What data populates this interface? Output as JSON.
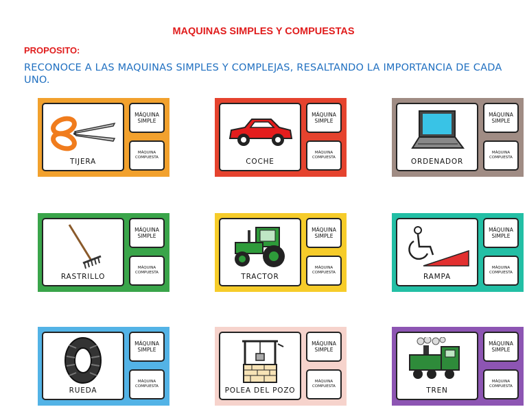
{
  "title": "MAQUINAS SIMPLES Y COMPUESTAS",
  "proposito_label": "PROPOSITO:",
  "purpose_text": "RECONOCE A LAS MAQUINAS SIMPLES Y COMPLEJAS, RESALTANDO LA IMPORTANCIA DE CADA UNO.",
  "option_simple": "MÁQUINA\nSIMPLE",
  "option_compuesta": "MÁQUINA\nCOMPUESTA",
  "cards": [
    {
      "label": "TIJERA",
      "color": "#f2a12d",
      "icon": "scissors-icon"
    },
    {
      "label": "COCHE",
      "color": "#e5432e",
      "icon": "car-icon"
    },
    {
      "label": "ORDENADOR",
      "color": "#a08c84",
      "icon": "laptop-icon"
    },
    {
      "label": "RASTRILLO",
      "color": "#3aa54a",
      "icon": "rake-icon"
    },
    {
      "label": "TRACTOR",
      "color": "#f6cc2a",
      "icon": "tractor-icon"
    },
    {
      "label": "RAMPA",
      "color": "#23bfa5",
      "icon": "ramp-icon"
    },
    {
      "label": "RUEDA",
      "color": "#53b3e6",
      "icon": "tire-icon"
    },
    {
      "label": "POLEA DEL POZO",
      "color": "#f6d3cc",
      "icon": "well-pulley-icon"
    },
    {
      "label": "TREN",
      "color": "#8d55b3",
      "icon": "train-icon"
    }
  ]
}
